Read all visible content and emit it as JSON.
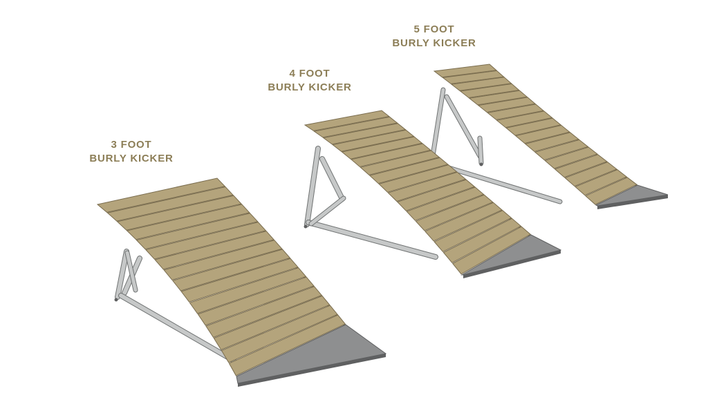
{
  "colors": {
    "text": "#8c7e57",
    "deck": "#b4a47c",
    "deck_edge": "#7a6d4f",
    "steel": "#c6c8c8",
    "steel_edge": "#6f7272",
    "plate": "#8e8f90",
    "plate_dark": "#5f6061"
  },
  "ramps": [
    {
      "id": "3ft",
      "line1": "3 FOOT",
      "line2": "BURLY KICKER",
      "slats": 16
    },
    {
      "id": "4ft",
      "line1": "4 FOOT",
      "line2": "BURLY KICKER",
      "slats": 17
    },
    {
      "id": "5ft",
      "line1": "5 FOOT",
      "line2": "BURLY KICKER",
      "slats": 17
    }
  ]
}
